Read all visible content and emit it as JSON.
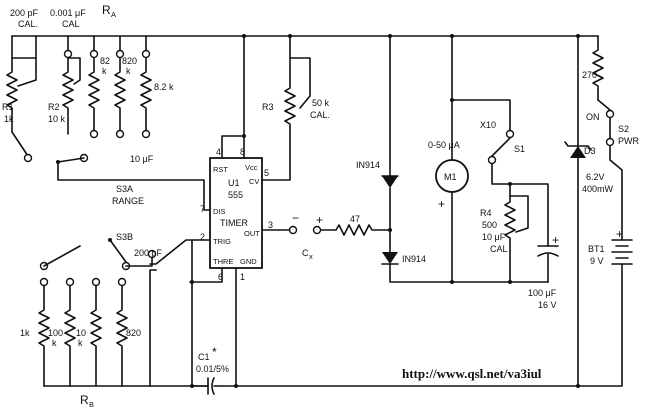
{
  "labels": {
    "ra": "R",
    "ra_sub": "A",
    "rb": "R",
    "rb_sub": "B",
    "cap200_top": "200 pF",
    "cap200_cal": "CAL.",
    "cap001_top": "0.001 μF",
    "cap001_cal": "CAL",
    "r82_a": "82",
    "r82_b": "k",
    "r820_a": "820",
    "r820_b": "k",
    "r82k": "8.2 k",
    "r1": "R1",
    "r1_val": "1k",
    "r2": "R2",
    "r2_val": "10 k",
    "tenuf_sel": "10 μF",
    "s3a": "S3A",
    "range": "RANGE",
    "s3b": "S3B",
    "sel200pf": "200 pF",
    "rb1k": "1k",
    "rb100": "100",
    "rb100k": "k",
    "rb10": "10",
    "rb10k": "k",
    "rb820": "820",
    "r3": "R3",
    "r3_val": "50 k",
    "r3_cal": "CAL.",
    "u1": "U1",
    "u1_part": "555",
    "u1_timer": "TIMER",
    "pin_rst": "RST",
    "pin_vcc": "Vcc",
    "pin_cv": "CV",
    "pin_dis": "DIS",
    "pin_trig": "TRIG",
    "pin_out": "OUT",
    "pin_thre": "THRE",
    "pin_gnd": "GND",
    "pin4": "4",
    "pin8": "8",
    "pin5": "5",
    "pin7": "7",
    "pin2": "2",
    "pin3": "3",
    "pin6": "6",
    "pin1": "1",
    "cx_minus": "−",
    "cx_plus": "+",
    "cx": "C",
    "cx_sub": "x",
    "r47": "47",
    "plus_r47": "+",
    "d_top": "IN914",
    "d_bot": "IN914",
    "meter_range": "0-50 μA",
    "m1": "M1",
    "meter_plus": "+",
    "x10": "X10",
    "s1": "S1",
    "r4": "R4",
    "r4_val": "500",
    "c10uf": "10 μF",
    "r4_cal": "CAL",
    "c100_a": "100 μF",
    "c100_b": "16 V",
    "c100_plus": "+",
    "r270": "270",
    "on": "ON",
    "s2": "S2",
    "pwr": "PWR",
    "d3": "D3",
    "d3_v": "6.2V",
    "d3_w": "400mW",
    "bt1": "BT1",
    "bt1_v": "9 V",
    "bt1_plus": "+",
    "c1": "C1",
    "c1_star": "*",
    "c1_val": "0.01/5%",
    "url": "http://www.qsl.net/va3iul"
  }
}
